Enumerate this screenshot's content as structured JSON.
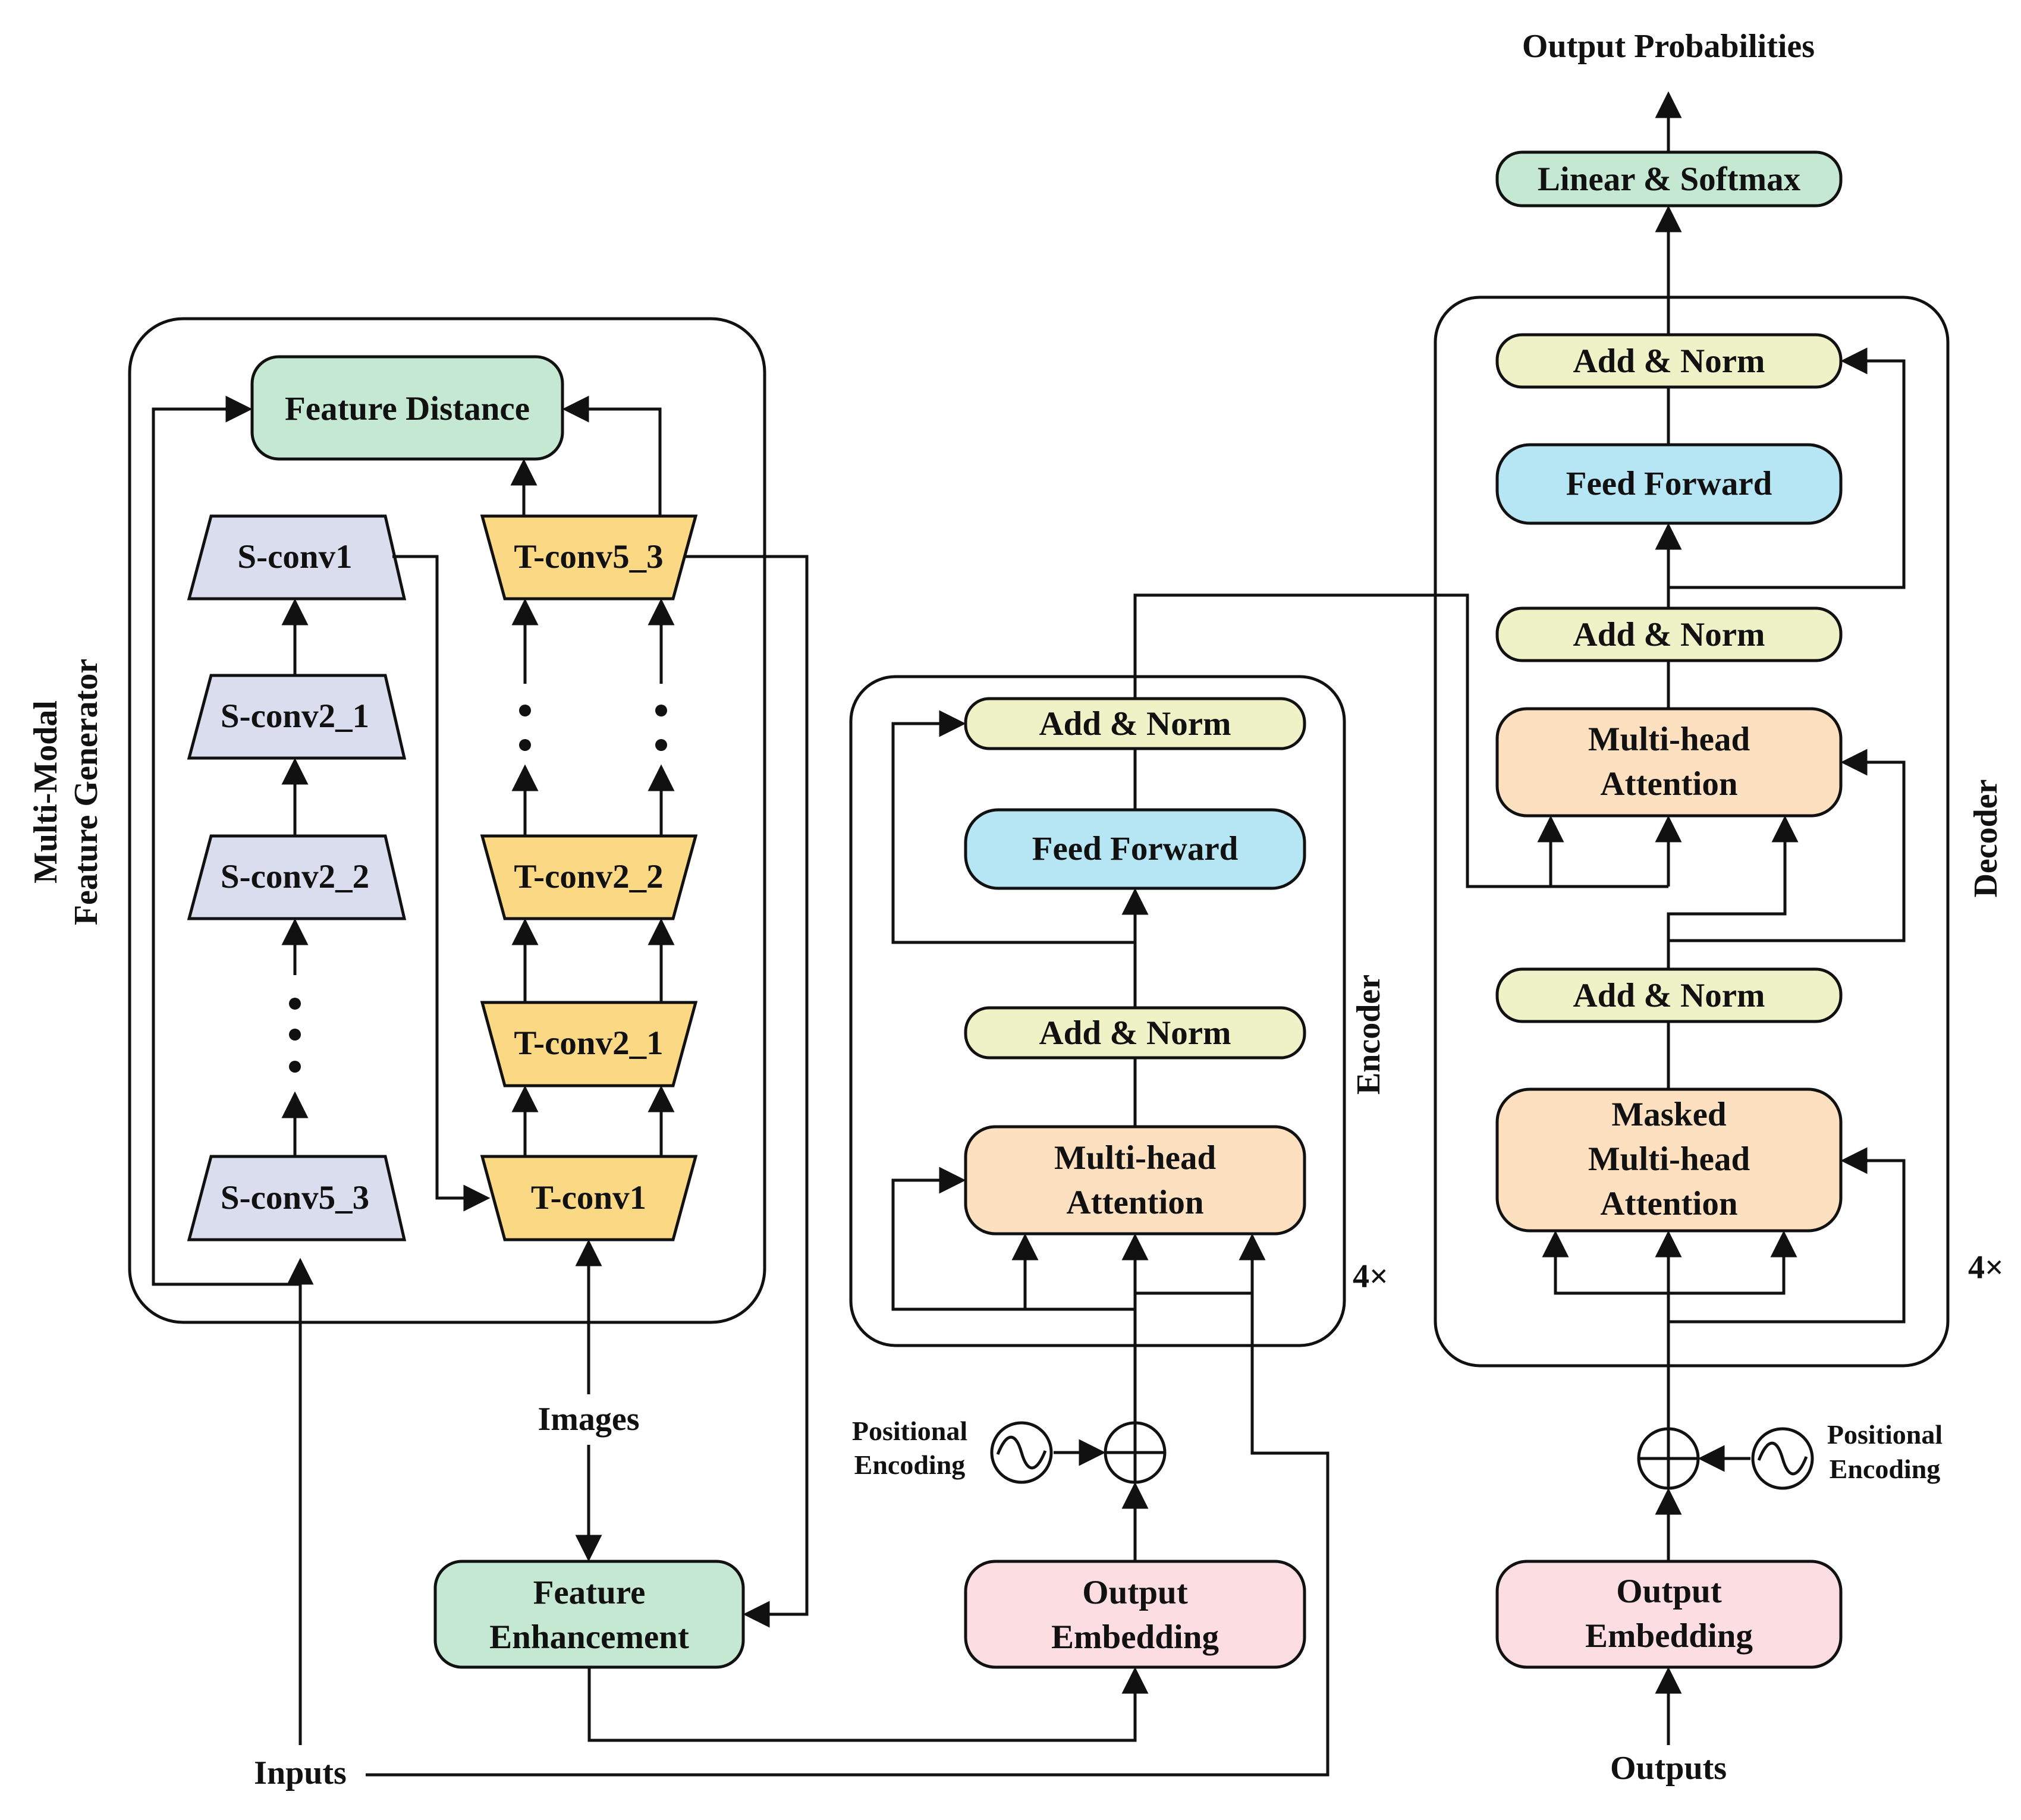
{
  "labels": {
    "output_probabilities": "Output Probabilities",
    "inputs": "Inputs",
    "outputs": "Outputs",
    "images": "Images",
    "encoder": "Encoder",
    "decoder": "Decoder",
    "mmfg_line1": "Multi-Modal",
    "mmfg_line2": "Feature Generator",
    "enc_repeat": "4×",
    "dec_repeat": "4×",
    "pos_enc_left_1": "Positional",
    "pos_enc_left_2": "Encoding",
    "pos_enc_right_1": "Positional",
    "pos_enc_right_2": "Encoding"
  },
  "generator": {
    "feature_distance": "Feature Distance",
    "s_conv1": "S-conv1",
    "s_conv2_1": "S-conv2_1",
    "s_conv2_2": "S-conv2_2",
    "s_conv5_3": "S-conv5_3",
    "t_conv5_3": "T-conv5_3",
    "t_conv2_2": "T-conv2_2",
    "t_conv2_1": "T-conv2_1",
    "t_conv1": "T-conv1",
    "feature_enhancement_1": "Feature",
    "feature_enhancement_2": "Enhancement"
  },
  "encoder": {
    "add_norm_top": "Add & Norm",
    "feed_forward": "Feed Forward",
    "add_norm_bottom": "Add & Norm",
    "mha_1": "Multi-head",
    "mha_2": "Attention",
    "embedding_1": "Output",
    "embedding_2": "Embedding"
  },
  "decoder": {
    "linear_softmax": "Linear & Softmax",
    "add_norm_top": "Add & Norm",
    "feed_forward": "Feed Forward",
    "add_norm_mid": "Add & Norm",
    "mha_1": "Multi-head",
    "mha_2": "Attention",
    "add_norm_bottom": "Add & Norm",
    "masked_1": "Masked",
    "masked_2": "Multi-head",
    "masked_3": "Attention",
    "embedding_1": "Output",
    "embedding_2": "Embedding"
  },
  "colors": {
    "green": "#c4e8d2",
    "blue_conv": "#d9ddee",
    "yellow_conv": "#fbd984",
    "add_norm": "#eff2c6",
    "feed_forward": "#b6e6f4",
    "attention": "#fde0c0",
    "embedding": "#fbdde2"
  }
}
